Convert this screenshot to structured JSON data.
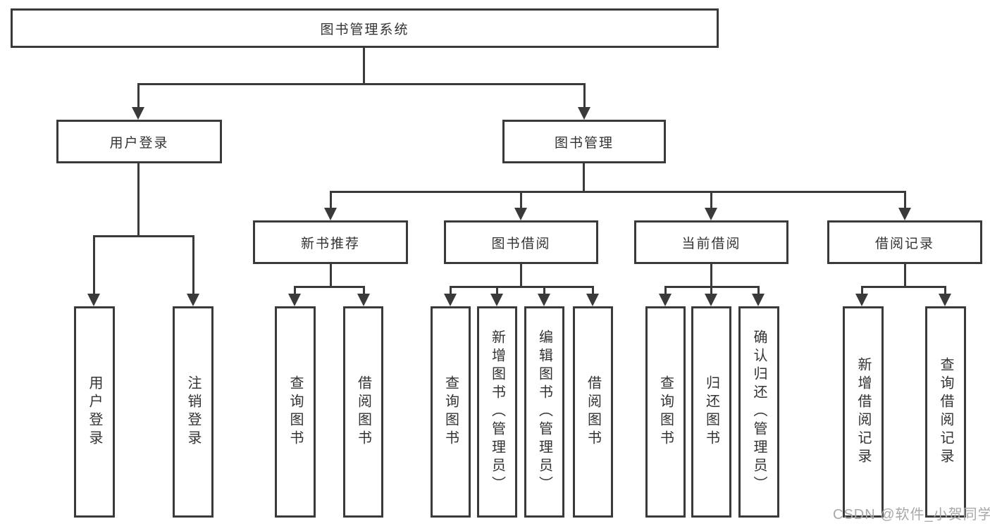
{
  "diagram": {
    "root": {
      "label": "图书管理系统"
    },
    "branches": [
      {
        "label": "用户登录",
        "children": [
          "用户登录",
          "注销登录"
        ]
      },
      {
        "label": "图书管理",
        "sections": [
          {
            "label": "新书推荐",
            "children": [
              "查询图书",
              "借阅图书"
            ]
          },
          {
            "label": "图书借阅",
            "children": [
              "查询图书",
              "新增图书（管理员）",
              "编辑图书（管理员）",
              "借阅图书"
            ]
          },
          {
            "label": "当前借阅",
            "children": [
              "查询图书",
              "归还图书",
              "确认归还（管理员）"
            ]
          },
          {
            "label": "借阅记录",
            "children": [
              "新增借阅记录",
              "查询借阅记录"
            ]
          }
        ]
      }
    ]
  },
  "watermark": "CSDN @软件_小贺同学",
  "colors": {
    "line": "#3a3a3a",
    "text": "#333333",
    "watermark": "#a8a8a8",
    "background": "#ffffff"
  }
}
